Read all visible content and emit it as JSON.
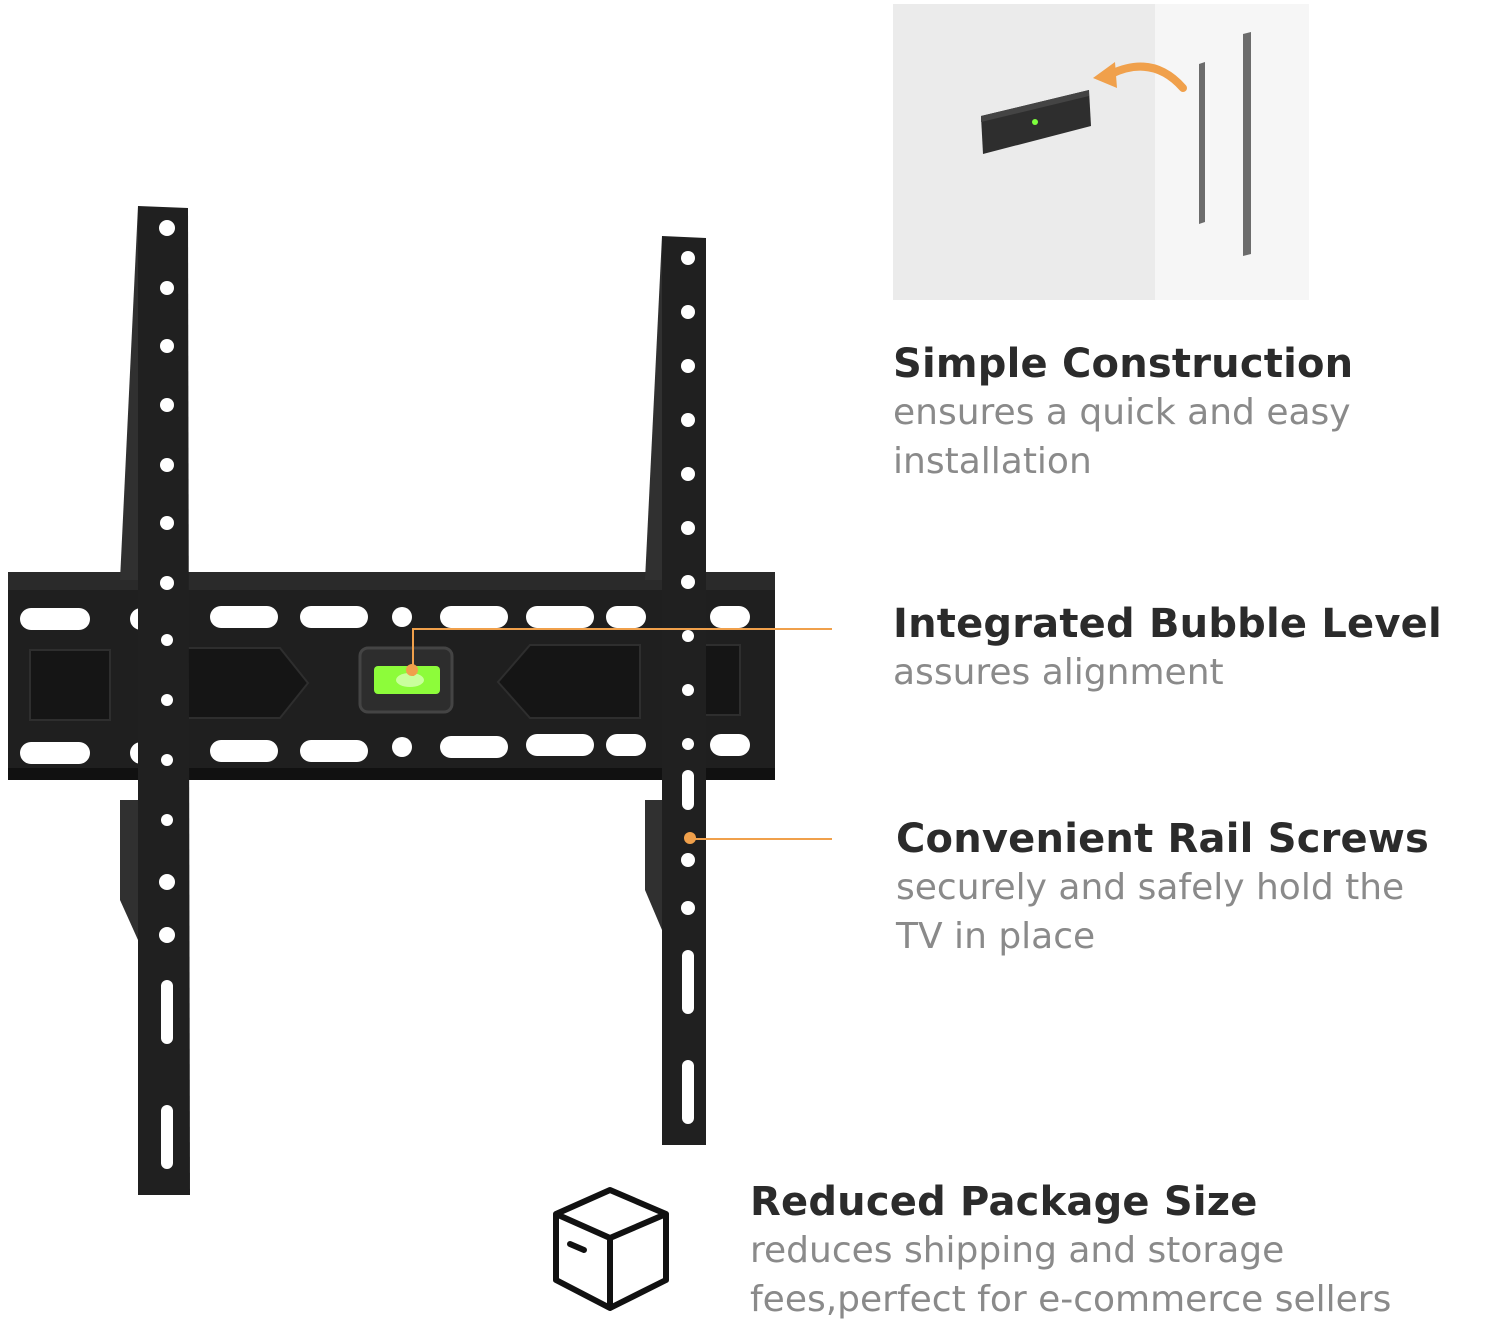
{
  "features": [
    {
      "title": "Simple Construction",
      "desc_lines": [
        "ensures a quick and easy",
        "installation"
      ]
    },
    {
      "title": "Integrated Bubble Level",
      "desc_lines": [
        "assures alignment"
      ]
    },
    {
      "title": "Convenient Rail Screws",
      "desc_lines": [
        "securely and safely hold the",
        "TV in place"
      ]
    },
    {
      "title": "Reduced Package Size",
      "desc_lines": [
        "reduces shipping and storage",
        "fees,perfect for e-commerce sellers"
      ]
    }
  ],
  "colors": {
    "accent": "#f0a04b",
    "title_text": "#2b2b2b",
    "desc_text": "#8a8a8a",
    "mount_metal": "#1f1f1f",
    "bubble_level": "#8dfc3a"
  },
  "icons": {
    "package": "package-box-icon",
    "install_arrow": "curved-arrow-icon"
  }
}
